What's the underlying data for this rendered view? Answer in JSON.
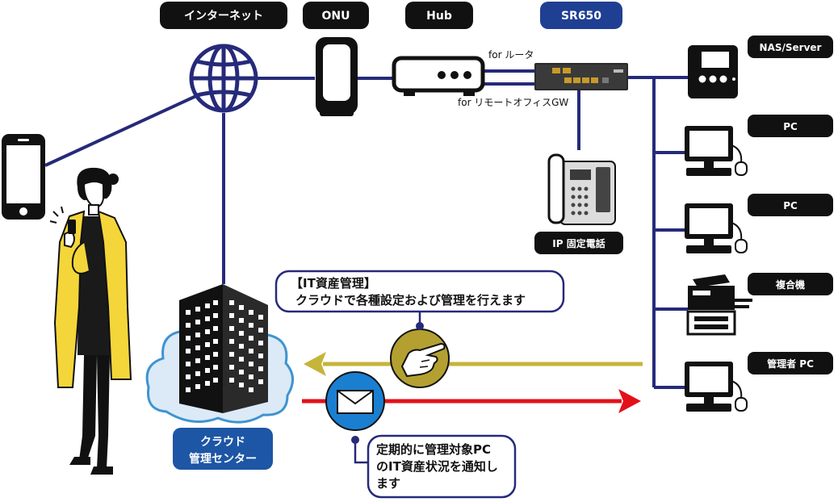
{
  "labels": {
    "internet": "インターネット",
    "onu": "ONU",
    "hub": "Hub",
    "sr650": "SR650",
    "for_router": "for ルータ",
    "for_remote": "for リモートオフィスGW",
    "ip_phone": "IP 固定電話",
    "nas": "NAS/Server",
    "pc1": "PC",
    "pc2": "PC",
    "mfp": "複合機",
    "admin_pc": "管理者 PC",
    "cloud_center_line1": "クラウド",
    "cloud_center_line2": "管理センター"
  },
  "callout_it": {
    "line1": "【IT資産管理】",
    "line2": "クラウドで各種設定および管理を行えます"
  },
  "callout_notify": {
    "line1": "定期的に管理対象PC",
    "line2": "のIT資産状況を通知し",
    "line3": "ます"
  },
  "colors": {
    "network_line": "#262a7a",
    "pill_dark": "#111111",
    "pill_sr650": "#1f3f93",
    "cloud_center": "#1d56a5",
    "arrow_gold": "#c4b53a",
    "arrow_red": "#e3101a",
    "coat": "#f4d63a",
    "cloud_fill": "#dbeaf6",
    "cloud_stroke": "#3f93d0",
    "hand_circle": "#b3a030",
    "mail_circle": "#1a7fd1"
  },
  "icons": {
    "globe": "globe-icon",
    "onu": "onu-device-icon",
    "hub": "hub-device-icon",
    "router": "sr650-router-icon",
    "phone": "ip-phone-icon",
    "nas": "nas-server-icon",
    "pc": "desktop-pc-icon",
    "mfp": "multifunction-printer-icon",
    "building": "building-icon",
    "cloud": "cloud-icon",
    "hand": "pointing-hand-icon",
    "mail": "envelope-icon",
    "smartphone": "smartphone-icon",
    "person": "person-with-phone-icon"
  }
}
